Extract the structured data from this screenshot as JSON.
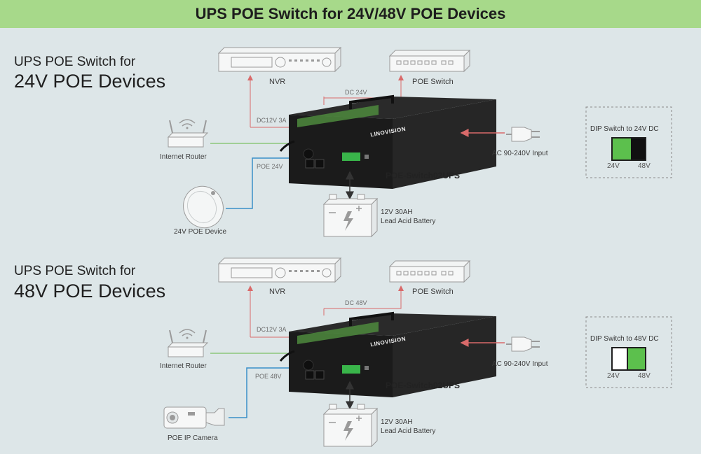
{
  "banner_title": "UPS POE Switch for 24V/48V POE Devices",
  "colors": {
    "banner": "#a7d98a",
    "power_line": "#d96a6a",
    "data_line": "#8cc77a",
    "poe_line": "#3a8fc7",
    "dip_on": "#5cc04d"
  },
  "section_24v": {
    "title_small": "UPS POE Switch for",
    "title_big": "24V POE Devices",
    "nvr_label": "NVR",
    "poe_switch_label": "POE Switch",
    "dc_label": "DC 24V",
    "dc12_label": "DC12V 3A",
    "router_label": "Internet Router",
    "poe_line_label": "POE 24V",
    "device_label": "24V POE Device",
    "brand": "LINOVISION",
    "model": "POE-Switch02UPS",
    "ac_label": "AC 90-240V Input",
    "battery_line1": "12V 30AH",
    "battery_line2": "Lead Acid Battery",
    "dip_title": "DIP Switch to 24V DC",
    "dip_left": "24V",
    "dip_right": "48V"
  },
  "section_48v": {
    "title_small": "UPS POE Switch for",
    "title_big": "48V POE Devices",
    "nvr_label": "NVR",
    "poe_switch_label": "POE Switch",
    "dc_label": "DC 48V",
    "dc12_label": "DC12V 3A",
    "router_label": "Internet Router",
    "poe_line_label": "POE 48V",
    "device_label": "POE IP Camera",
    "brand": "LINOVISION",
    "model": "POE-Switch02UPS",
    "ac_label": "AC 90-240V Input",
    "battery_line1": "12V 30AH",
    "battery_line2": "Lead Acid Battery",
    "dip_title": "DIP Switch to 48V DC",
    "dip_left": "24V",
    "dip_right": "48V"
  }
}
